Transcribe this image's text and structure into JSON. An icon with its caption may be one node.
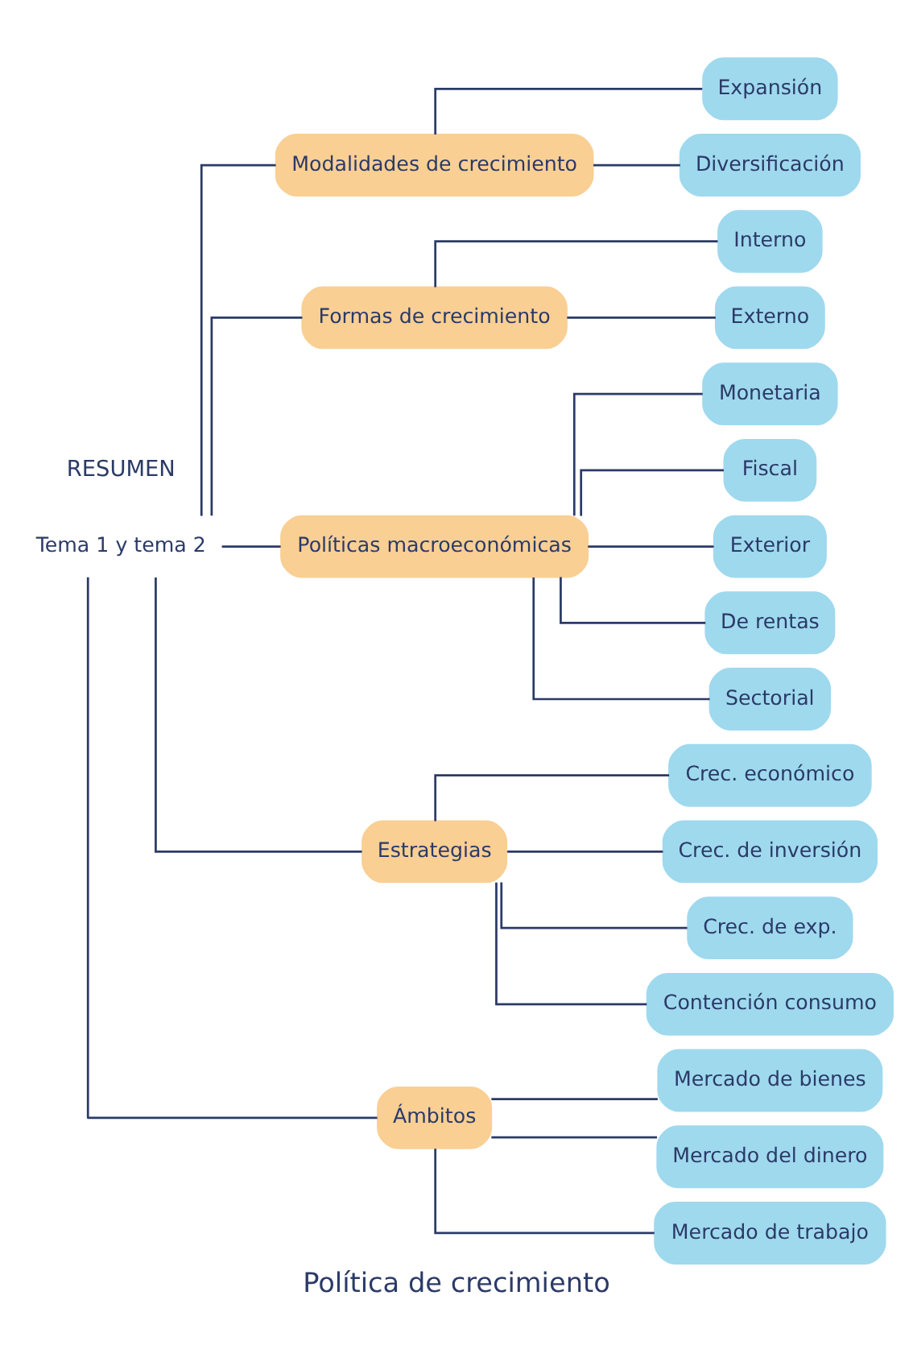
{
  "diagram": {
    "title": "Política de crecimiento",
    "nodes": [
      {
        "text": [
          "Tema 1 y tema 2"
        ]
      },
      {
        "text": [
          "Modalidades de crecimiento"
        ]
      },
      {
        "text": [
          "Expansión"
        ]
      },
      {
        "text": [
          "Diversificación"
        ]
      },
      {
        "text": [
          "Formas de crecimiento"
        ]
      },
      {
        "text": [
          "Interno"
        ]
      },
      {
        "text": [
          "Externo"
        ]
      },
      {
        "text": [
          "Políticas macroeconómicas"
        ]
      },
      {
        "text": [
          "Monetaria"
        ]
      },
      {
        "text": [
          "Fiscal"
        ]
      },
      {
        "text": [
          "Exterior"
        ]
      },
      {
        "text": [
          "De rentas"
        ]
      },
      {
        "text": [
          "Sectorial"
        ]
      },
      {
        "text": [
          "Estrategias"
        ]
      },
      {
        "text": [
          "Crec. económico"
        ]
      },
      {
        "text": [
          "Crec. de inversión"
        ]
      },
      {
        "text": [
          "Crec. de exp."
        ]
      },
      {
        "text": [
          "Contención consumo"
        ]
      },
      {
        "text": [
          "Ámbitos"
        ]
      },
      {
        "text": [
          "Mercado de bienes"
        ]
      },
      {
        "text": [
          "Mercado del dinero"
        ]
      },
      {
        "text": [
          "Mercado de trabajo"
        ]
      }
    ],
    "edges": [
      {
        "from": 0,
        "to": 1,
        "arrow": "none"
      },
      {
        "from": 0,
        "to": 4,
        "arrow": "none"
      },
      {
        "from": 0,
        "to": 7,
        "arrow": "none"
      },
      {
        "from": 0,
        "to": 13,
        "arrow": "none"
      },
      {
        "from": 0,
        "to": 18,
        "arrow": "none"
      },
      {
        "from": 1,
        "to": 2,
        "arrow": "none"
      },
      {
        "from": 1,
        "to": 3,
        "arrow": "none"
      },
      {
        "from": 4,
        "to": 5,
        "arrow": "none"
      },
      {
        "from": 4,
        "to": 6,
        "arrow": "none"
      },
      {
        "from": 7,
        "to": 8,
        "arrow": "none"
      },
      {
        "from": 7,
        "to": 9,
        "arrow": "none"
      },
      {
        "from": 7,
        "to": 10,
        "arrow": "none"
      },
      {
        "from": 7,
        "to": 11,
        "arrow": "none"
      },
      {
        "from": 7,
        "to": 12,
        "arrow": "none"
      },
      {
        "from": 13,
        "to": 14,
        "arrow": "none"
      },
      {
        "from": 13,
        "to": 15,
        "arrow": "none"
      },
      {
        "from": 13,
        "to": 16,
        "arrow": "none"
      },
      {
        "from": 13,
        "to": 17,
        "arrow": "none"
      },
      {
        "from": 18,
        "to": 19,
        "arrow": "none"
      },
      {
        "from": 18,
        "to": 20,
        "arrow": "none"
      },
      {
        "from": 18,
        "to": 21,
        "arrow": "none"
      }
    ],
    "labels": [
      "RESUMEN"
    ]
  }
}
